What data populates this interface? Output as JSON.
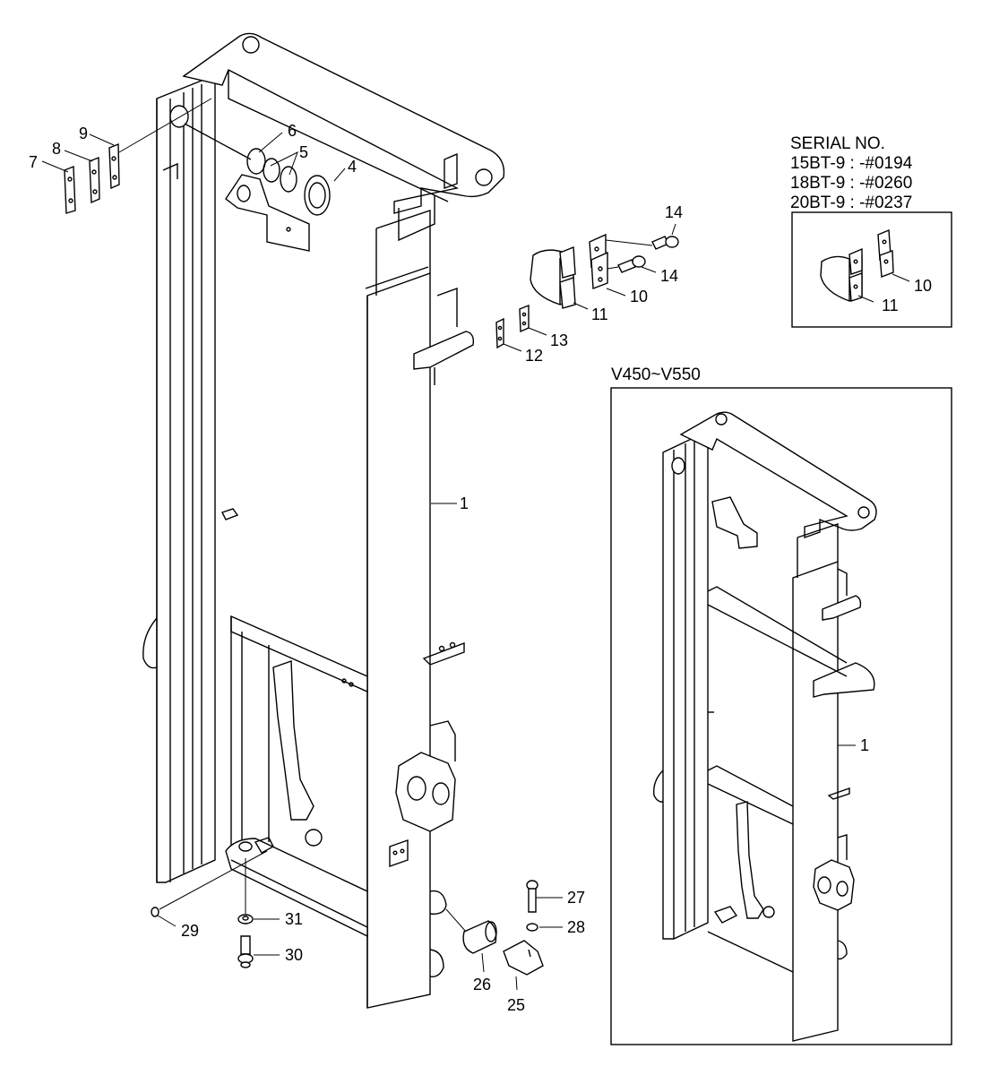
{
  "serial": {
    "title": "SERIAL NO.",
    "lines": [
      "15BT-9 : -#0194",
      "18BT-9 : -#0260",
      "20BT-9 : -#0237"
    ]
  },
  "inset_title": "V450~V550",
  "callouts": {
    "c1": "1",
    "c4": "4",
    "c5": "5",
    "c6": "6",
    "c7": "7",
    "c8": "8",
    "c9": "9",
    "c10": "10",
    "c11": "11",
    "c12": "12",
    "c13": "13",
    "c14a": "14",
    "c14b": "14",
    "c25": "25",
    "c26": "26",
    "c27": "27",
    "c28": "28",
    "c29": "29",
    "c30": "30",
    "c31": "31",
    "sub10": "10",
    "sub11": "11",
    "inset1": "1"
  }
}
